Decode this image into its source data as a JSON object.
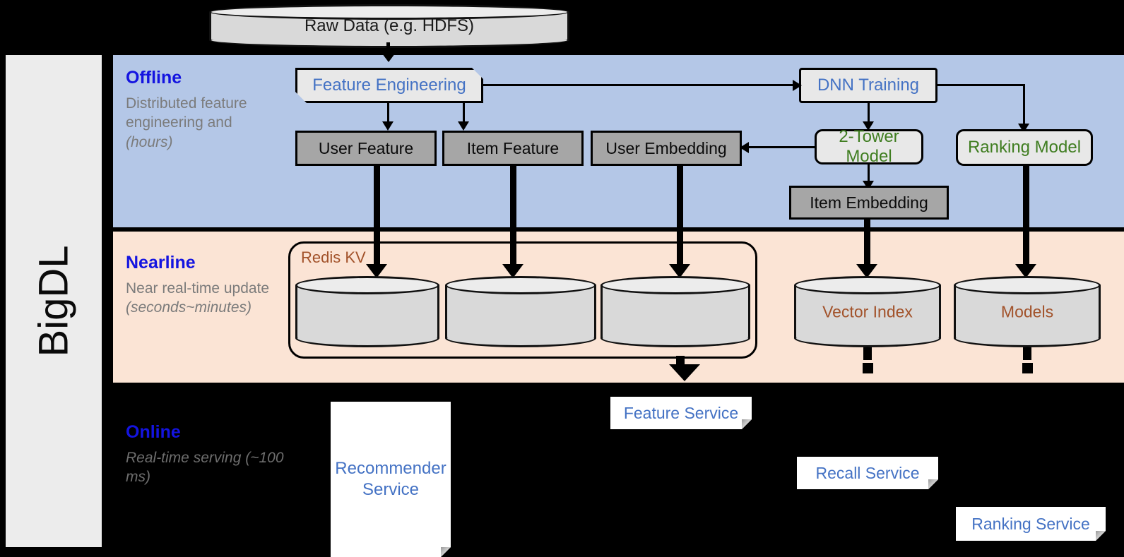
{
  "platform": {
    "name": "BigDL"
  },
  "source": {
    "label": "Raw Data (e.g. HDFS)"
  },
  "bands": {
    "offline": {
      "title": "Offline",
      "subtitle": "Distributed feature engineering and ",
      "subtitle_em": "(hours)"
    },
    "nearline": {
      "title": "Nearline",
      "subtitle": "Near real-time update ",
      "subtitle_em": "(seconds~minutes)"
    },
    "online": {
      "title": "Online",
      "subtitle": "Real-time serving ",
      "subtitle_em": "(~100 ms)"
    }
  },
  "offline": {
    "feature_engineering": "Feature Engineering",
    "dnn_training": "DNN Training",
    "user_feature": "User Feature",
    "item_feature": "Item Feature",
    "user_embedding": "User Embedding",
    "two_tower_model": "2-Tower Model",
    "ranking_model": "Ranking Model",
    "item_embedding": "Item Embedding"
  },
  "nearline": {
    "redis_kv": "Redis KV",
    "store_user_feature": "",
    "store_item_feature": "",
    "store_user_embedding": "",
    "vector_index": "Vector Index",
    "models": "Models"
  },
  "online": {
    "recommender_service": "Recommender Service",
    "feature_service": "Feature Service",
    "recall_service": "Recall Service",
    "ranking_service": "Ranking Service"
  },
  "colors": {
    "offline_band": "#b4c7e7",
    "nearline_band": "#fbe4d5",
    "online_band": "#000000",
    "sidebar": "#ececec",
    "band_title": "#1414e0",
    "band_subtitle": "#7b7b7b",
    "process_text": "#4472c4",
    "model_text": "#3f7d20",
    "store_text": "#a2522a",
    "gray_node": "#a6a6a6",
    "process_node": "#e8e8e8",
    "cylinder": "#d9d9d9"
  }
}
